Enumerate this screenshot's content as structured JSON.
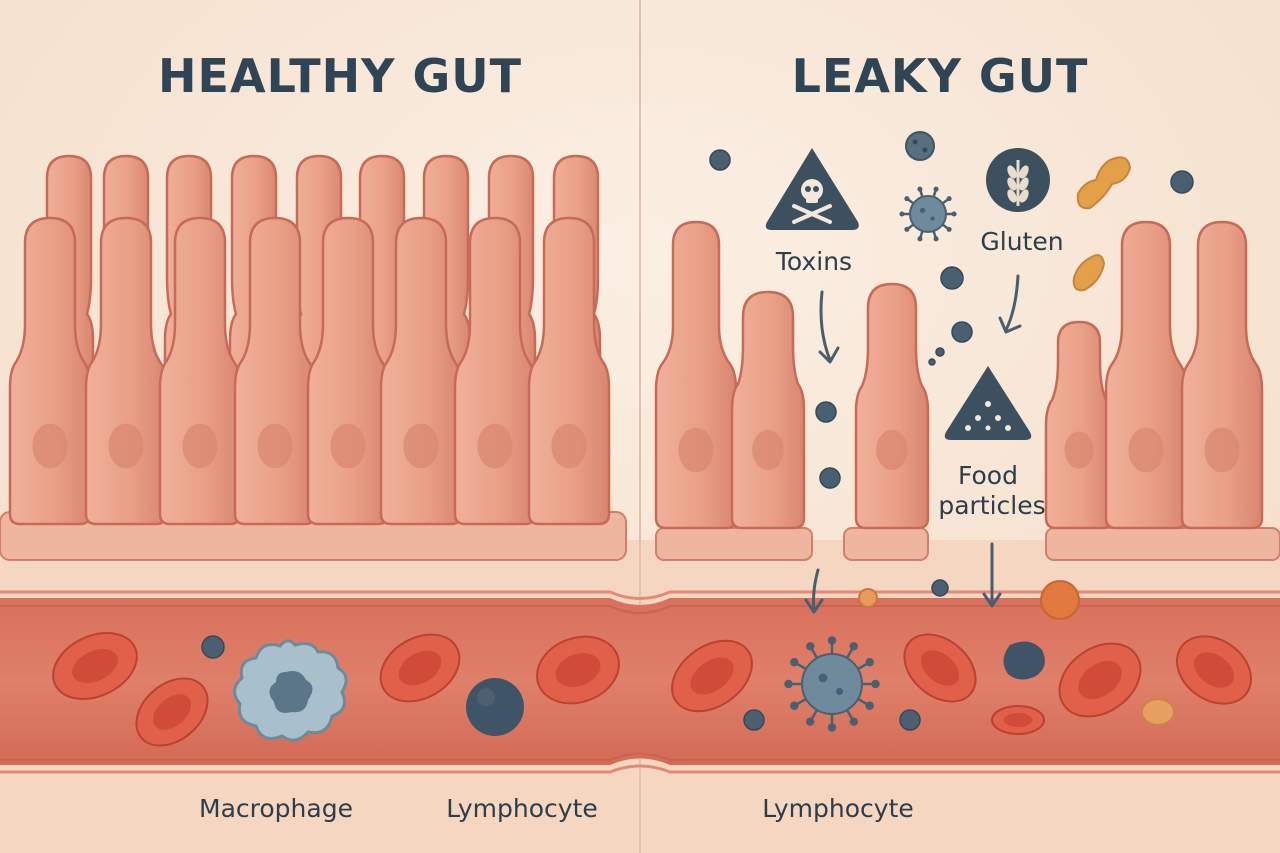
{
  "panels": {
    "healthy": {
      "title": "HEALTHY GUT"
    },
    "leaky": {
      "title": "LEAKY GUT"
    }
  },
  "labels": {
    "toxins": "Toxins",
    "gluten": "Gluten",
    "food_particles_line1": "Food",
    "food_particles_line2": "particles",
    "macrophage": "Macrophage",
    "lymphocyte_healthy": "Lymphocyte",
    "lymphocyte_leaky": "Lymphocyte"
  },
  "icons": {
    "toxin": "skull-crossbones-warning-icon",
    "gluten": "wheat-icon",
    "food": "food-particles-triangle-icon"
  },
  "colors": {
    "background": "#f6e3d2",
    "cell_fill": "#eaa188",
    "cell_stroke": "#c86a57",
    "blood_vessel": "#d8705c",
    "red_blood_cell": "#d84f3e",
    "dark_particle": "#3d5161",
    "title": "#2f4555"
  }
}
